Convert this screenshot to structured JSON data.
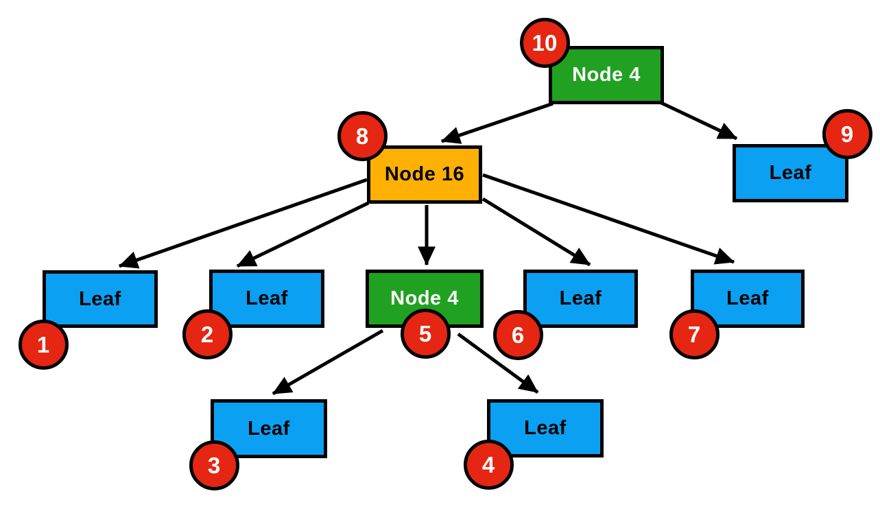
{
  "diagram": {
    "type": "tree",
    "description": "Tree of nodes with red circular visit-order badges 1-10",
    "colors": {
      "internal_green": "#21a121",
      "internal_orange": "#ffb005",
      "leaf_blue": "#0ba0f2",
      "badge_red": "#e52613",
      "outline_black": "#000000",
      "background": "#ffffff"
    },
    "nodes": [
      {
        "id": "root",
        "label": "Node 4",
        "role": "internal",
        "color": "green",
        "badge": "10",
        "badge_position": "top-left"
      },
      {
        "id": "n16",
        "label": "Node 16",
        "role": "internal",
        "color": "orange",
        "badge": "8",
        "badge_position": "top-left"
      },
      {
        "id": "leaf9",
        "label": "Leaf",
        "role": "leaf",
        "color": "blue",
        "badge": "9",
        "badge_position": "top-right"
      },
      {
        "id": "leaf1",
        "label": "Leaf",
        "role": "leaf",
        "color": "blue",
        "badge": "1",
        "badge_position": "bottom-left"
      },
      {
        "id": "leaf2",
        "label": "Leaf",
        "role": "leaf",
        "color": "blue",
        "badge": "2",
        "badge_position": "bottom-left"
      },
      {
        "id": "mid",
        "label": "Node 4",
        "role": "internal",
        "color": "green",
        "badge": "5",
        "badge_position": "bottom-center"
      },
      {
        "id": "leaf6",
        "label": "Leaf",
        "role": "leaf",
        "color": "blue",
        "badge": "6",
        "badge_position": "bottom-left"
      },
      {
        "id": "leaf7",
        "label": "Leaf",
        "role": "leaf",
        "color": "blue",
        "badge": "7",
        "badge_position": "bottom-left"
      },
      {
        "id": "leaf3",
        "label": "Leaf",
        "role": "leaf",
        "color": "blue",
        "badge": "3",
        "badge_position": "bottom-left"
      },
      {
        "id": "leaf4",
        "label": "Leaf",
        "role": "leaf",
        "color": "blue",
        "badge": "4",
        "badge_position": "bottom-left"
      }
    ],
    "edges": [
      {
        "from": "root",
        "to": "n16"
      },
      {
        "from": "root",
        "to": "leaf9"
      },
      {
        "from": "n16",
        "to": "leaf1"
      },
      {
        "from": "n16",
        "to": "leaf2"
      },
      {
        "from": "n16",
        "to": "mid"
      },
      {
        "from": "n16",
        "to": "leaf6"
      },
      {
        "from": "n16",
        "to": "leaf7"
      },
      {
        "from": "mid",
        "to": "leaf3"
      },
      {
        "from": "mid",
        "to": "leaf4"
      }
    ]
  }
}
